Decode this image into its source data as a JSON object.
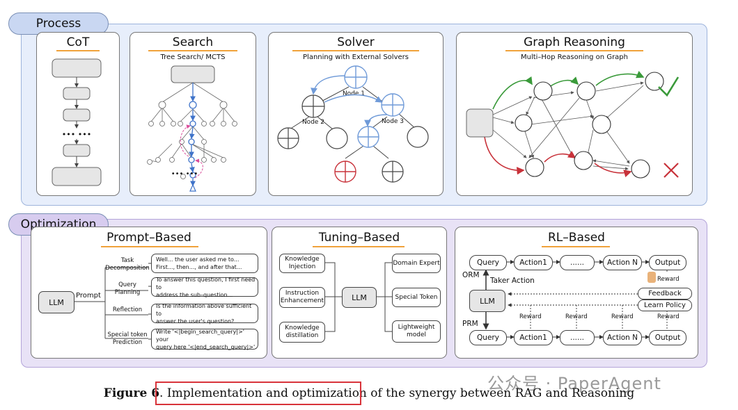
{
  "sections": {
    "process_label": "Process",
    "optimization_label": "Optimization"
  },
  "process": {
    "cot": {
      "title": "CoT",
      "dots": "••• •••"
    },
    "search": {
      "title": "Search",
      "subtitle": "Tree Search/ MCTS",
      "dots": "••• •••"
    },
    "solver": {
      "title": "Solver",
      "subtitle": "Planning with External Solvers",
      "node1": "Node 1",
      "node2": "Node 2",
      "node3": "Node 3"
    },
    "graph": {
      "title": "Graph Reasoning",
      "subtitle": "Multi–Hop Reasoning on Graph"
    }
  },
  "optimization": {
    "prompt": {
      "title": "Prompt–Based",
      "llm": "LLM",
      "prompt_label": "Prompt",
      "rows": [
        {
          "label1": "Task",
          "label2": "Decomposition",
          "text1": "Well... the user asked me to...",
          "text2": "First..., then..., and after that..."
        },
        {
          "label1": "Query",
          "label2": "Planning",
          "text1": "To answer this question, I first need to",
          "text2": "address the sub–question..."
        },
        {
          "label1": "Reflection",
          "label2": "",
          "text1": "Is the information above sufficient to",
          "text2": "answer the user's question?"
        },
        {
          "label1": "Special token",
          "label2": "Prediction",
          "text1": "Write '<|begin_search_query|>' your",
          "text2": "query here '<|end_search_query|>'."
        }
      ]
    },
    "tuning": {
      "title": "Tuning–Based",
      "llm": "LLM",
      "left": [
        {
          "line1": "Knowledge",
          "line2": "Injection"
        },
        {
          "line1": "Instruction",
          "line2": "Enhancement"
        },
        {
          "line1": "Knowledge",
          "line2": "distillation"
        }
      ],
      "right": [
        {
          "line1": "Domain Expert",
          "line2": ""
        },
        {
          "line1": "Special Token",
          "line2": ""
        },
        {
          "line1": "Lightweight",
          "line2": "model"
        }
      ]
    },
    "rl": {
      "title": "RL–Based",
      "llm": "LLM",
      "orm": "ORM",
      "prm": "PRM",
      "taker_action": "Taker Action",
      "feedback": "Feedback",
      "learn_policy": "Learn Policy",
      "reward": "Reward",
      "chain": [
        "Query",
        "Action1",
        "......",
        "Action N",
        "Output"
      ]
    }
  },
  "caption": {
    "figure_label": "Figure 6",
    "highlighted": ". Implementation and optimization",
    "rest": " of the synergy between RAG and Reasoning"
  },
  "watermark": "公众号 · PaperAgent",
  "colors": {
    "process_bg": "#e7eefb",
    "optimization_bg": "#e8e2f6",
    "accent_orange": "#f0a23a",
    "blue": "#3f73c9",
    "green": "#3a9a3a",
    "red": "#c8323a",
    "pink": "#d94d9a"
  }
}
